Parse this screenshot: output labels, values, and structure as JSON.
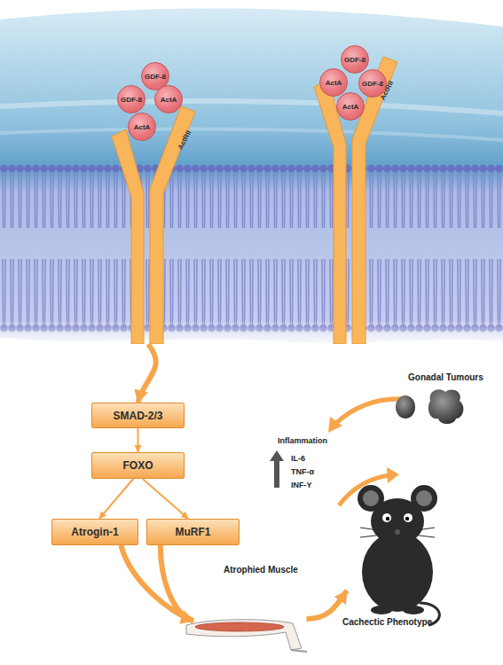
{
  "diagram": {
    "nodes": [
      {
        "text": [
          "GDF-8"
        ]
      },
      {
        "text": [
          "GDF-8"
        ]
      },
      {
        "text": [
          "ActA"
        ]
      },
      {
        "text": [
          "ActA"
        ]
      },
      {
        "text": [
          "ActRII"
        ]
      },
      {
        "text": [
          "GDF-8"
        ]
      },
      {
        "text": [
          "ActA"
        ]
      },
      {
        "text": [
          "GDF-8"
        ]
      },
      {
        "text": [
          "ActA"
        ]
      },
      {
        "text": [
          "ActRII"
        ]
      },
      {
        "text": [
          "SMAD-2/3"
        ]
      },
      {
        "text": [
          "FOXO"
        ]
      },
      {
        "text": [
          "Atrogin-1"
        ]
      },
      {
        "text": [
          "MuRF1"
        ]
      },
      {
        "text": [
          "Gonadal Tumours"
        ]
      },
      {
        "text": [
          "Cachectic Phenotype"
        ]
      },
      {
        "text": [
          "Atrophied Muscle"
        ]
      }
    ],
    "edges": [
      {
        "from": 4,
        "to": 10,
        "arrow": "to"
      },
      {
        "from": 10,
        "to": 11,
        "arrow": "to"
      },
      {
        "from": 11,
        "to": 12,
        "arrow": "to"
      },
      {
        "from": 11,
        "to": 13,
        "arrow": "to"
      },
      {
        "from": 12,
        "to": 16,
        "arrow": "to"
      },
      {
        "from": 13,
        "to": 16,
        "arrow": "to"
      },
      {
        "from": 16,
        "to": 15,
        "arrow": "to"
      }
    ],
    "labels": [
      "Inflammation",
      "IL-6",
      "TNF-α",
      "INF-Y"
    ]
  }
}
